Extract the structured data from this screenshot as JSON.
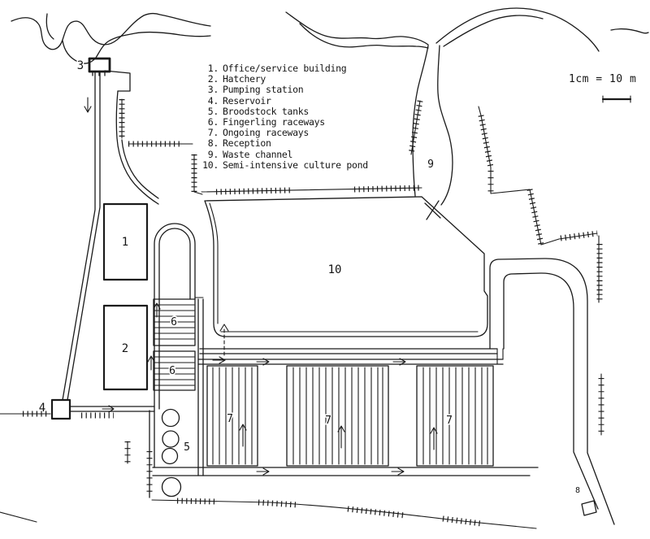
{
  "figure": {
    "kind": "hand-drawn fish farm site plan (scanned)",
    "colors": {
      "ink": "#1a1a1a",
      "paper": "#ffffff"
    }
  },
  "scale_bar": {
    "text": "1cm = 10 m"
  },
  "legend": {
    "items": [
      {
        "num": "1.",
        "label": "Office/service building"
      },
      {
        "num": "2.",
        "label": "Hatchery"
      },
      {
        "num": "3.",
        "label": "Pumping station"
      },
      {
        "num": "4.",
        "label": "Reservoir"
      },
      {
        "num": "5.",
        "label": "Broodstock tanks"
      },
      {
        "num": "6.",
        "label": "Fingerling raceways"
      },
      {
        "num": "7.",
        "label": "Ongoing raceways"
      },
      {
        "num": "8.",
        "label": "Reception"
      },
      {
        "num": "9.",
        "label": "Waste channel"
      },
      {
        "num": "10.",
        "label": "Semi-intensive culture pond"
      }
    ]
  },
  "map_labels": {
    "office": "1",
    "hatchery": "2",
    "pumping_station": "3",
    "reservoir": "4",
    "broodstock": "5",
    "fingerling_1": "6",
    "fingerling_2": "6",
    "ongoing_1": "7",
    "ongoing_2": "7",
    "ongoing_3": "7",
    "reception": "8",
    "waste_channel": "9",
    "pond": "10"
  }
}
